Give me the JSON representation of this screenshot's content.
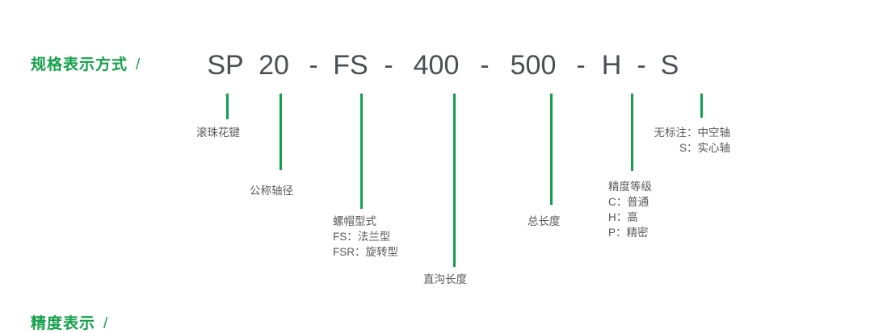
{
  "headings": {
    "spec": {
      "text": "规格表示方式",
      "slash": "/"
    },
    "precision": {
      "text": "精度表示",
      "slash": "/"
    }
  },
  "model_code": {
    "segments": [
      "SP",
      "20",
      "-",
      "FS",
      "-",
      "400",
      "-",
      "500",
      "-",
      "H",
      "-",
      "S"
    ],
    "s1": "SP",
    "s2": "20",
    "d1": "-",
    "s3": "FS",
    "d2": "-",
    "s4": "400",
    "d3": "-",
    "s5": "500",
    "d4": "-",
    "s6": "H",
    "d5": "-",
    "s7": "S"
  },
  "annotations": {
    "ball_spline": {
      "l1": "滚珠花键"
    },
    "nominal_diameter": {
      "l1": "公称轴径"
    },
    "nut_type": {
      "l1": "螺帽型式",
      "l2": "FS：法兰型",
      "l3": "FSR：旋转型"
    },
    "groove_length": {
      "l1": "直沟长度"
    },
    "total_length": {
      "l1": "总长度"
    },
    "accuracy_grade": {
      "l1": "精度等级",
      "l2": "C：普通",
      "l3": "H：高",
      "l4": "P：精密"
    },
    "shaft_type": {
      "l1": "无标注：中空轴",
      "l2": "S：实心轴"
    }
  },
  "colors": {
    "green": "#11a04d",
    "heading_green": "#15a04c",
    "code_text": "#4b4f54",
    "annotation_text": "#595959",
    "background": "#ffffff"
  }
}
